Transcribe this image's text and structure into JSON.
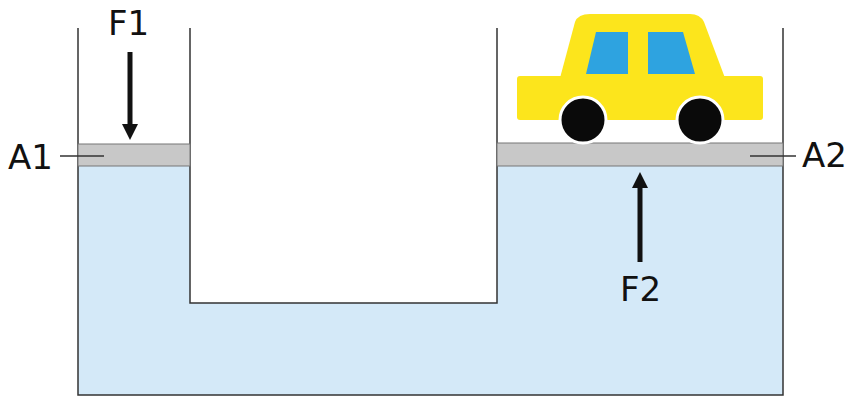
{
  "diagram": {
    "labels": [
      "F1",
      "A1",
      "A2",
      "F2"
    ]
  }
}
